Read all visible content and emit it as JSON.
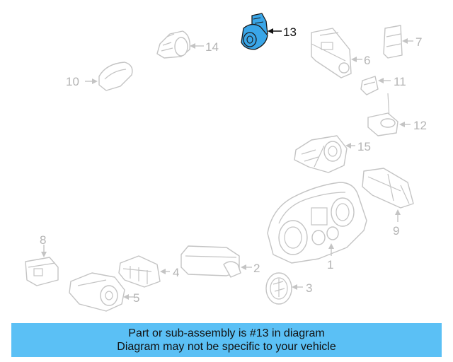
{
  "callouts": {
    "c1": "1",
    "c2": "2",
    "c3": "3",
    "c4": "4",
    "c5": "5",
    "c6": "6",
    "c7": "7",
    "c8": "8",
    "c9": "9",
    "c10": "10",
    "c11": "11",
    "c12": "12",
    "c13": "13",
    "c14": "14",
    "c15": "15"
  },
  "highlighted_part": "13",
  "colors": {
    "highlight": "#3aa6e8",
    "banner": "#5bc0f5",
    "faded": "#c4c4c4"
  },
  "banner": {
    "line1": "Part or sub-assembly is #13 in diagram",
    "line2": "Diagram may not be specific to your vehicle"
  }
}
